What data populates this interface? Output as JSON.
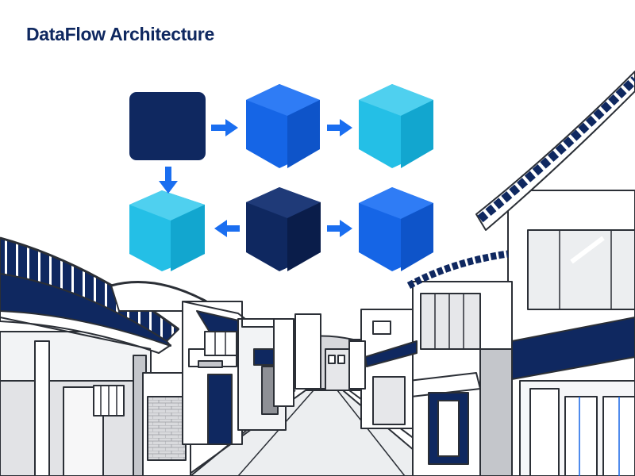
{
  "title": "DataFlow Architecture",
  "colors": {
    "navy": "#0f2860",
    "blue": "#1565e6",
    "cyan": "#24bfe6",
    "arrow": "#1a6ef0",
    "outline": "#2b2f36",
    "gray_light": "#e6e7ea",
    "gray_mid": "#c4c6cb",
    "gray_dark": "#8e9096"
  },
  "diagram": {
    "nodes": [
      {
        "id": "source",
        "shape": "rounded-square",
        "fill": "navy"
      },
      {
        "id": "process-1",
        "shape": "cube",
        "fill": "blue"
      },
      {
        "id": "process-2",
        "shape": "cube",
        "fill": "cyan"
      },
      {
        "id": "store-1",
        "shape": "cube",
        "fill": "cyan"
      },
      {
        "id": "hub",
        "shape": "cube",
        "fill": "navy"
      },
      {
        "id": "output-1",
        "shape": "cube",
        "fill": "blue"
      }
    ],
    "edges": [
      {
        "from": "source",
        "to": "process-1"
      },
      {
        "from": "process-1",
        "to": "process-2"
      },
      {
        "from": "source",
        "to": "store-1"
      },
      {
        "from": "hub",
        "to": "store-1"
      },
      {
        "from": "hub",
        "to": "output-1"
      }
    ]
  },
  "background": {
    "description_icon": "hanok-street-illustration-icon"
  }
}
